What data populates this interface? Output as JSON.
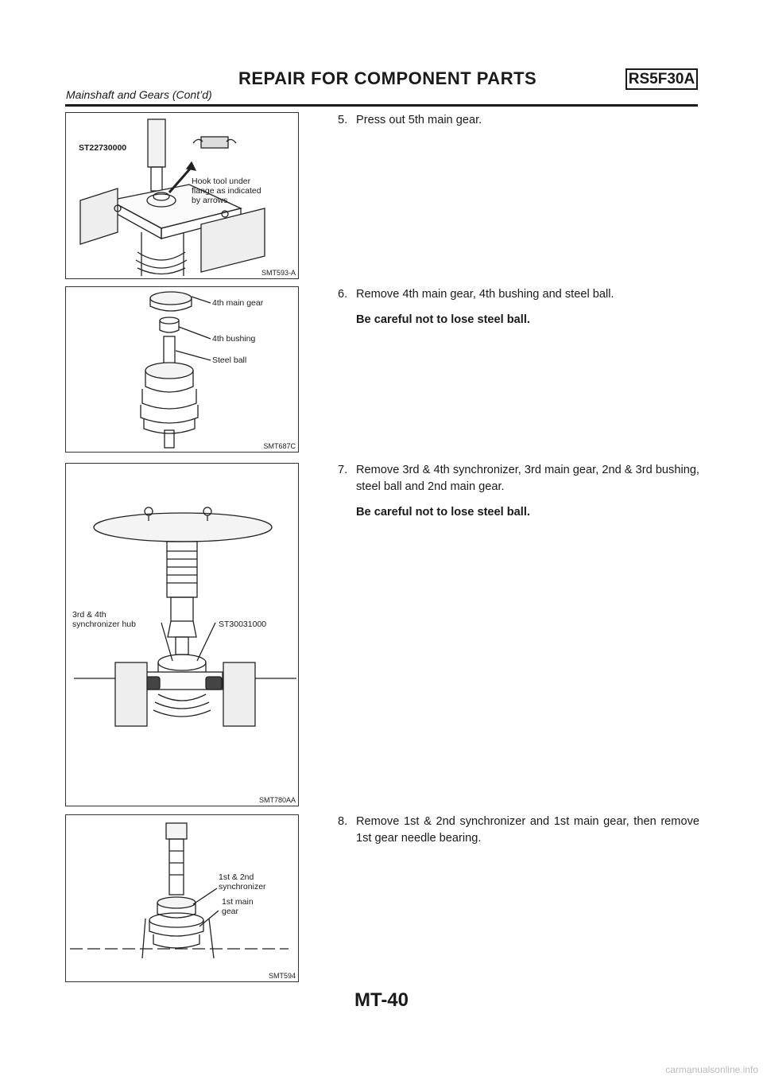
{
  "header": {
    "title": "REPAIR FOR COMPONENT PARTS",
    "badge": "RS5F30A",
    "subtitle": "Mainshaft and Gears (Cont’d)"
  },
  "figures": [
    {
      "code": "SMT593-A",
      "labels": [
        "ST22730000",
        "Hook tool under",
        "flange as indicated",
        "by arrows."
      ]
    },
    {
      "code": "SMT687C",
      "labels": [
        "4th main gear",
        "4th bushing",
        "Steel ball"
      ]
    },
    {
      "code": "SMT780AA",
      "labels": [
        "3rd & 4th",
        "synchronizer hub",
        "ST30031000"
      ]
    },
    {
      "code": "SMT594",
      "labels": [
        "1st & 2nd",
        "synchronizer",
        "1st main",
        "gear"
      ]
    }
  ],
  "steps": [
    {
      "num": "5.",
      "text": "Press out 5th main gear.",
      "note": ""
    },
    {
      "num": "6.",
      "text": "Remove 4th main gear, 4th bushing and steel ball.",
      "note": "Be careful not to lose steel ball."
    },
    {
      "num": "7.",
      "text": "Remove 3rd & 4th synchronizer, 3rd main gear, 2nd & 3rd bushing, steel ball and 2nd main gear.",
      "note": "Be careful not to lose steel ball."
    },
    {
      "num": "8.",
      "text": "Remove 1st & 2nd synchronizer and 1st main gear, then remove 1st gear needle bearing.",
      "note": ""
    }
  ],
  "footer": {
    "page": "MT-40"
  },
  "watermark": "carmanualsonline.info"
}
